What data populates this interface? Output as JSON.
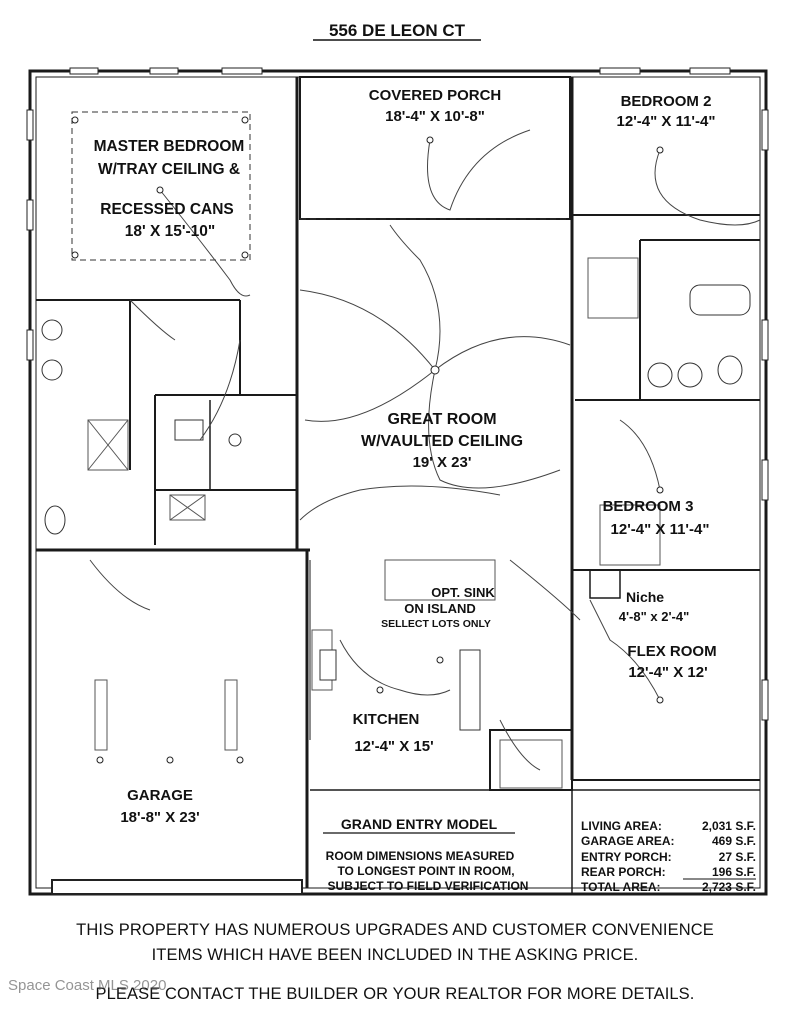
{
  "title": "556 DE LEON CT",
  "rooms": {
    "covered_porch": {
      "name": "COVERED PORCH",
      "dims": "18'-4\" X 10'-8\""
    },
    "bedroom2": {
      "name": "BEDROOM 2",
      "dims": "12'-4\" X 11'-4\""
    },
    "master": {
      "line1": "MASTER BEDROOM",
      "line2": "W/TRAY CEILING &",
      "line3": "RECESSED CANS",
      "dims": "18' X 15'-10\""
    },
    "great_room": {
      "line1": "GREAT ROOM",
      "line2": "W/VAULTED CEILING",
      "dims": "19' X 23'"
    },
    "bedroom3": {
      "name": "BEDROOM 3",
      "dims": "12'-4\" X 11'-4\""
    },
    "island": {
      "line1": "OPT. SINK",
      "line2": "ON ISLAND",
      "note": "SELLECT LOTS ONLY"
    },
    "niche": {
      "name": "Niche",
      "dims": "4'-8\" x 2'-4\""
    },
    "flex_room": {
      "name": "FLEX ROOM",
      "dims": "12'-4\" X 12'"
    },
    "kitchen": {
      "name": "KITCHEN",
      "dims": "12'-4\" X 15'"
    },
    "garage": {
      "name": "GARAGE",
      "dims": "18'-8\" X 23'"
    }
  },
  "model": {
    "name": "GRAND ENTRY MODEL",
    "note_lines": [
      "ROOM DIMENSIONS MEASURED",
      "TO LONGEST POINT IN ROOM,",
      "SUBJECT TO FIELD VERIFICATION"
    ]
  },
  "areas": [
    {
      "label": "LIVING AREA:",
      "value": "2,031 S.F."
    },
    {
      "label": "GARAGE AREA:",
      "value": "469 S.F."
    },
    {
      "label": "ENTRY PORCH:",
      "value": "27 S.F."
    },
    {
      "label": "REAR PORCH:",
      "value": "196 S.F."
    },
    {
      "label": "TOTAL AREA:",
      "value": "2,723 S.F."
    }
  ],
  "footer": {
    "line1": "THIS PROPERTY HAS NUMEROUS UPGRADES AND CUSTOMER CONVENIENCE",
    "line2": "ITEMS WHICH HAVE BEEN INCLUDED IN THE ASKING PRICE.",
    "line3": "PLEASE CONTACT THE BUILDER OR YOUR REALTOR FOR MORE DETAILS."
  },
  "watermark": "Space Coast MLS 2020"
}
